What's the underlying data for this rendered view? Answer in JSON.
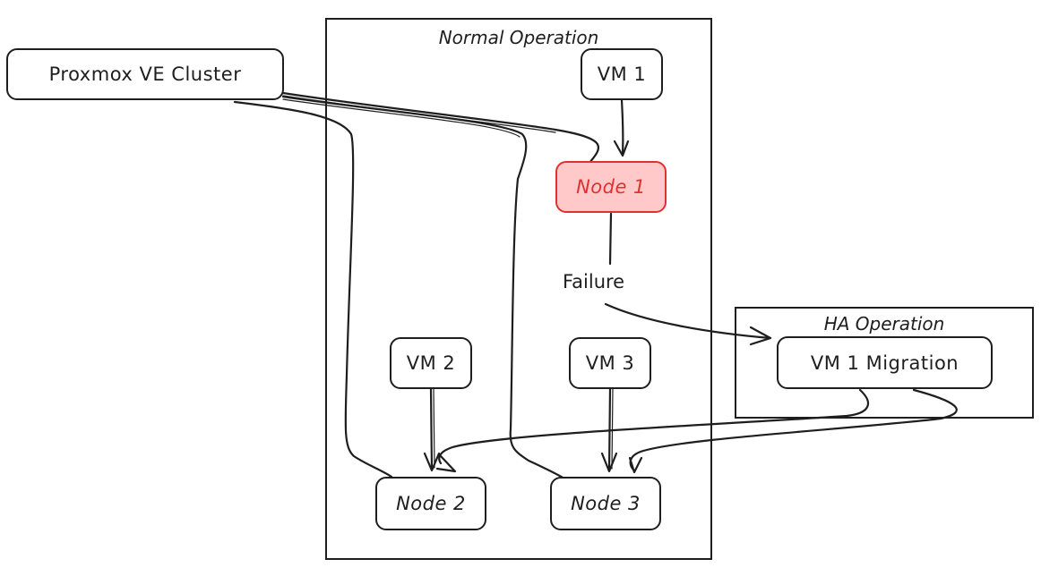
{
  "diagram": {
    "cluster": {
      "label": "Proxmox VE Cluster"
    },
    "frames": {
      "normal": {
        "title": "Normal Operation"
      },
      "ha": {
        "title": "HA Operation"
      }
    },
    "nodes": {
      "vm1": {
        "label": "VM 1"
      },
      "node1": {
        "label": "Node 1",
        "status": "failed",
        "fill": "#ffc9c9",
        "stroke": "#e03131"
      },
      "vm2": {
        "label": "VM 2"
      },
      "vm3": {
        "label": "VM 3"
      },
      "node2": {
        "label": "Node 2"
      },
      "node3": {
        "label": "Node 3"
      },
      "vm1_migration": {
        "label": "VM 1 Migration"
      }
    },
    "failure_label": "Failure",
    "edges": [
      {
        "from": "Proxmox VE Cluster",
        "to": "Node 1"
      },
      {
        "from": "Proxmox VE Cluster",
        "to": "Node 2"
      },
      {
        "from": "Proxmox VE Cluster",
        "to": "Node 3"
      },
      {
        "from": "VM 1",
        "to": "Node 1",
        "arrow": true
      },
      {
        "from": "VM 2",
        "to": "Node 2",
        "arrow": true
      },
      {
        "from": "VM 3",
        "to": "Node 3",
        "arrow": true
      },
      {
        "from": "Node 1",
        "to": "Failure"
      },
      {
        "from": "Failure",
        "to": "VM 1 Migration",
        "arrow": true
      },
      {
        "from": "VM 1 Migration",
        "to": "Node 2",
        "arrow": true
      },
      {
        "from": "VM 1 Migration",
        "to": "Node 3",
        "arrow": true
      }
    ]
  }
}
